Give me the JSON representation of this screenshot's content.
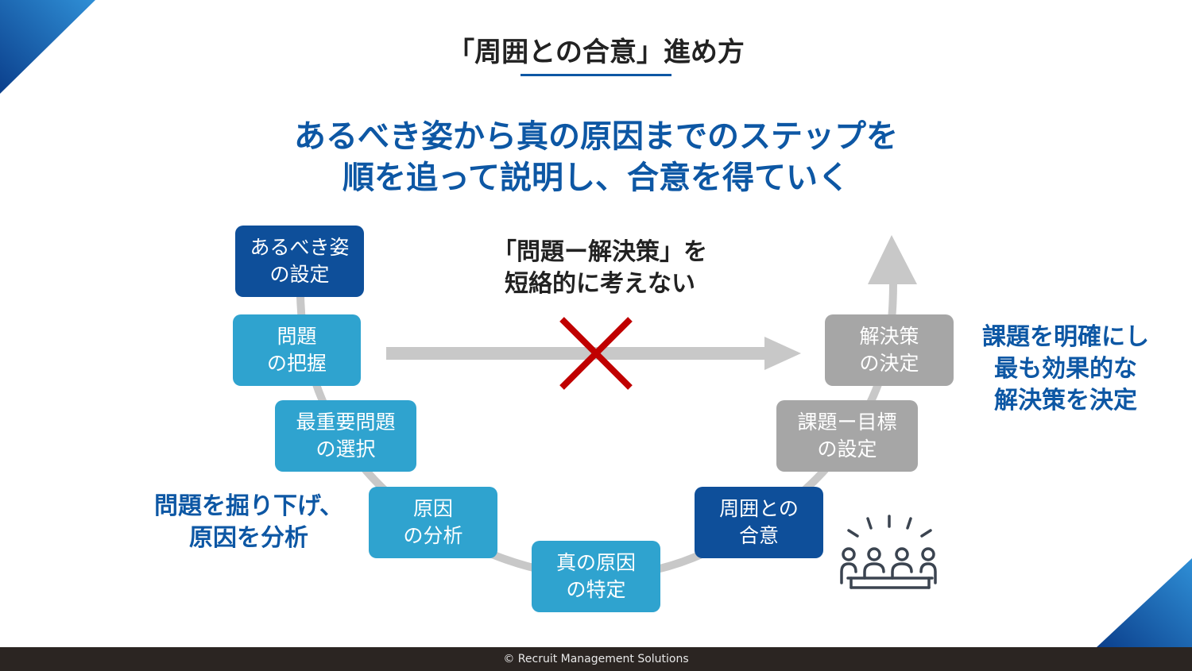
{
  "title": "「周囲との合意」進め方",
  "headline": {
    "line1": "あるべき姿から真の原因までのステップを",
    "line2": "順を追って説明し、合意を得ていく"
  },
  "steps": [
    {
      "line1": "あるべき姿",
      "line2": "の設定",
      "style": "dark"
    },
    {
      "line1": "問題",
      "line2": "の把握",
      "style": "light"
    },
    {
      "line1": "最重要問題",
      "line2": "の選択",
      "style": "light"
    },
    {
      "line1": "原因",
      "line2": "の分析",
      "style": "light"
    },
    {
      "line1": "真の原因",
      "line2": "の特定",
      "style": "light"
    },
    {
      "line1": "周囲との",
      "line2": "合意",
      "style": "dark"
    },
    {
      "line1": "課題ー目標",
      "line2": "の設定",
      "style": "gray"
    },
    {
      "line1": "解決策",
      "line2": "の決定",
      "style": "gray"
    }
  ],
  "shortcut_note": {
    "line1": "「問題ー解決策」を",
    "line2": "短絡的に考えない"
  },
  "left_note": {
    "line1": "問題を掘り下げ、",
    "line2": "原因を分析"
  },
  "right_note": {
    "line1": "課題を明確にし",
    "line2": "最も効果的な",
    "line3": "解決策を決定"
  },
  "footer": "© Recruit Management Solutions",
  "icons": [
    "cross-mark-icon",
    "meeting-people-icon",
    "arrow-right-icon",
    "arrow-up-icon"
  ],
  "colors": {
    "brand_blue": "#0d57a4",
    "step_dark": "#0e4f9a",
    "step_light": "#2fa3cf",
    "step_gray": "#a6a6a6",
    "cross": "#c00000",
    "arrow_gray": "#c8c8c8"
  }
}
